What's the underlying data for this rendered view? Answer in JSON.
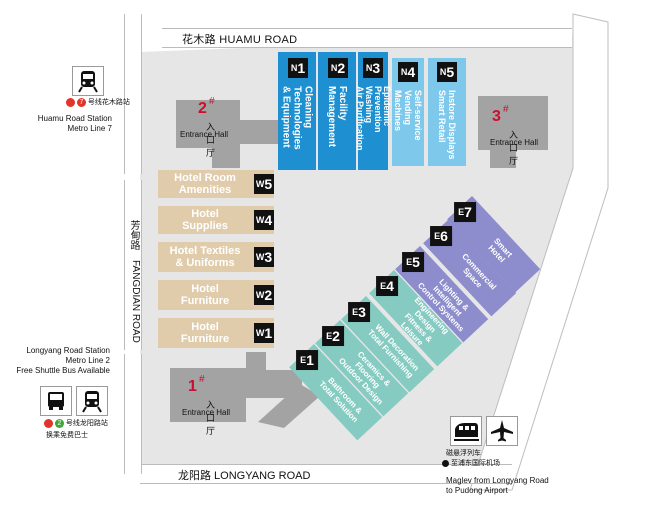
{
  "roads": {
    "huamu": "花木路  HUAMU ROAD",
    "longyang": "龙阳路  LONGYANG ROAD",
    "fangdian_cn": "芳甸路",
    "fangdian_en": "FANGDIAN ROAD"
  },
  "entrances": [
    {
      "num": "1",
      "mark": "#",
      "cn": "入口厅",
      "en": "Entrance Hall"
    },
    {
      "num": "2",
      "mark": "#",
      "cn": "入口厅",
      "en": "Entrance Hall"
    },
    {
      "num": "3",
      "mark": "#",
      "cn": "入口厅",
      "en": "Entrance Hall"
    }
  ],
  "north_halls": [
    {
      "code": "N",
      "num": "1",
      "label": "Cleaning\nTechnologies\n& Equipment",
      "color": "#1e8fd0"
    },
    {
      "code": "N",
      "num": "2",
      "label": "Facility\nManagement",
      "color": "#1e8fd0"
    },
    {
      "code": "N",
      "num": "3",
      "label": "Epidemic Prevention\nWashing\nAir Purification",
      "color": "#1e8fd0"
    },
    {
      "code": "N",
      "num": "4",
      "label": "Self-service\nVending Machines",
      "color": "#7ec8ec"
    },
    {
      "code": "N",
      "num": "5",
      "label": "Instore Displays\nSmart Retail",
      "color": "#7ec8ec"
    }
  ],
  "west_halls": [
    {
      "code": "W",
      "num": "5",
      "label": "Hotel Room\nAmenities"
    },
    {
      "code": "W",
      "num": "4",
      "label": "Hotel\nSupplies"
    },
    {
      "code": "W",
      "num": "3",
      "label": "Hotel Textiles\n& Uniforms"
    },
    {
      "code": "W",
      "num": "2",
      "label": "Hotel\nFurniture"
    },
    {
      "code": "W",
      "num": "1",
      "label": "Hotel\nFurniture"
    }
  ],
  "east_halls": [
    {
      "code": "E",
      "num": "7",
      "label": "Smart\nHotel",
      "color": "#8d8ccc"
    },
    {
      "code": "E",
      "num": "6",
      "label": "Commercial\nSpace",
      "color": "#8d8ccc"
    },
    {
      "code": "E",
      "num": "5",
      "label": "Lighting &\nIntelligent\nControl Systems",
      "color": "#8d8ccc"
    },
    {
      "code": "E",
      "num": "4",
      "label": "Engineering Design\nFitness &\nLeisure",
      "color": "#86cbc1"
    },
    {
      "code": "E",
      "num": "3",
      "label": "Wall Decoration\nTotal Furnishing",
      "color": "#86cbc1"
    },
    {
      "code": "E",
      "num": "2",
      "label": "Ceramics &\nFlooring\nOutdoor Design",
      "color": "#86cbc1"
    },
    {
      "code": "E",
      "num": "1",
      "label": "Bathroom &\nTotal Solution",
      "color": "#86cbc1"
    }
  ],
  "transport": {
    "huamu_cn": "号线花木路站",
    "huamu_line_num": "7",
    "huamu_station": "Huamu Road Station",
    "huamu_line": "Metro Line 7",
    "longyang_station": "Longyang Road Station",
    "longyang_line": "Metro Line 2",
    "shuttle": "Free Shuttle Bus Available",
    "longyang_cn": "号线龙阳路站",
    "longyang_line_num": "2",
    "shuttle_cn": "换乘免费巴士",
    "maglev_cn": "磁悬浮列车",
    "maglev_cn2": "至浦东国际机场",
    "maglev_en1": "Maglev from Longyang Road",
    "maglev_en2": "to Pudong Airport"
  },
  "colors": {
    "north_dark": "#1e8fd0",
    "north_light": "#7ec8ec",
    "west": "#e0ccaa",
    "east_purple": "#8d8ccc",
    "east_teal": "#86cbc1",
    "entrance": "#a3a3a3",
    "site": "#e5e5e5",
    "metro_red": "#e3342b",
    "metro_green": "#3aa935"
  }
}
